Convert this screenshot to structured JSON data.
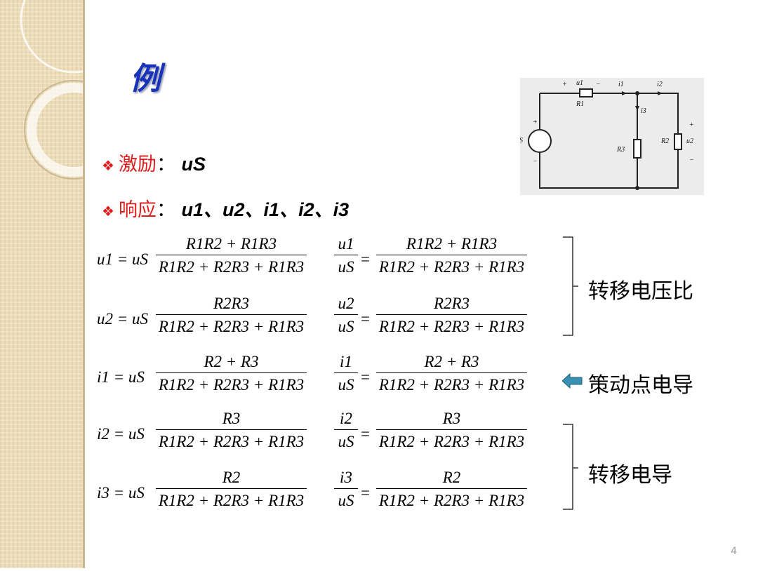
{
  "slide": {
    "title": "例",
    "excitation": {
      "label": "激励",
      "colon": "：",
      "vars": "uS"
    },
    "response": {
      "label": "响应",
      "colon": "：",
      "vars": "u1、u2、i1、i2、i3"
    },
    "page_number": "4"
  },
  "circuit": {
    "labels": {
      "plus_left": "+",
      "u1": "u1",
      "minus_top": "−",
      "R1": "R1",
      "i1": "i1",
      "i2": "i2",
      "i3": "i3",
      "uS": "uS",
      "plus_src": "+",
      "minus_src": "−",
      "R3": "R3",
      "R2": "R2",
      "u2": "u2",
      "plus_right": "+",
      "minus_right": "−"
    }
  },
  "equations": [
    {
      "lhs": "u1 = uS",
      "num": "R1R2 + R1R3",
      "den": "R1R2 + R2R3 + R1R3",
      "ratio_num": "u1",
      "ratio_den": "uS",
      "rnum": "R1R2 + R1R3",
      "rden": "R1R2 + R2R3 + R1R3"
    },
    {
      "lhs": "u2 = uS",
      "num": "R2R3",
      "den": "R1R2 + R2R3 + R1R3",
      "ratio_num": "u2",
      "ratio_den": "uS",
      "rnum": "R2R3",
      "rden": "R1R2 + R2R3 + R1R3"
    },
    {
      "lhs": "i1 = uS",
      "num": "R2 + R3",
      "den": "R1R2 + R2R3 + R1R3",
      "ratio_num": "i1",
      "ratio_den": "uS",
      "rnum": "R2 + R3",
      "rden": "R1R2 + R2R3 + R1R3"
    },
    {
      "lhs": "i2 = uS",
      "num": "R3",
      "den": "R1R2 + R2R3 + R1R3",
      "ratio_num": "i2",
      "ratio_den": "uS",
      "rnum": "R3",
      "rden": "R1R2 + R2R3 + R1R3"
    },
    {
      "lhs": "i3 = uS",
      "num": "R2",
      "den": "R1R2 + R2R3 + R1R3",
      "ratio_num": "i3",
      "ratio_den": "uS",
      "rnum": "R2",
      "rden": "R1R2 + R2R3 + R1R3"
    }
  ],
  "annotations": {
    "voltage_ratio": "转移电压比",
    "driving_point": "策动点电导",
    "transfer_conductance": "转移电导"
  }
}
